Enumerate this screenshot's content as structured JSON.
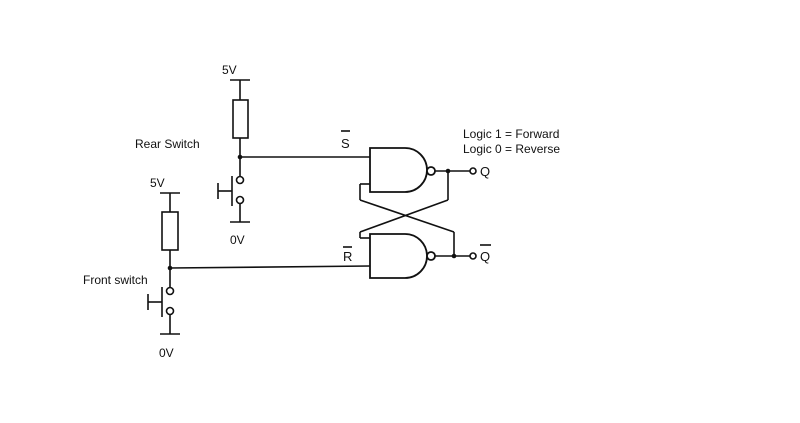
{
  "labels": {
    "rear_supply": "5V",
    "rear_ground": "0V",
    "front_supply": "5V",
    "front_ground": "0V",
    "rear_switch": "Rear Switch",
    "front_switch": "Front switch",
    "s_bar": "S",
    "r_bar": "R",
    "q": "Q",
    "q_bar": "Q",
    "logic_1": "Logic 1 = Forward",
    "logic_0": "Logic 0 = Reverse"
  }
}
